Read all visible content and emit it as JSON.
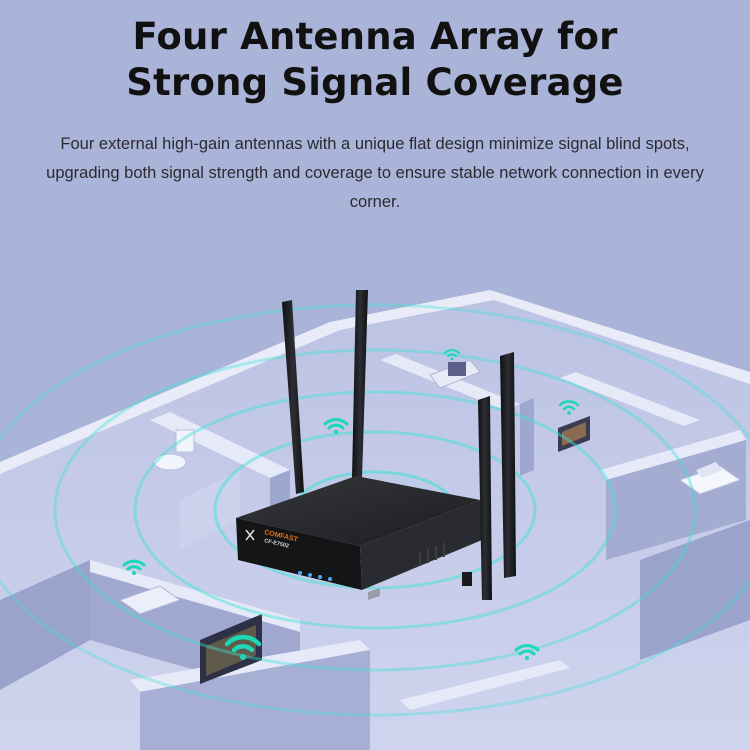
{
  "heading": {
    "line1": "Four Antenna Array for",
    "line2": "Strong Signal Coverage"
  },
  "description": "Four external high-gain antennas with a unique flat design minimize signal blind spots, upgrading both signal strength and coverage to ensure stable network connection in every corner.",
  "router": {
    "brand_line1": "COMFAST",
    "brand_line2": "CF-E7502"
  },
  "colors": {
    "background": "#aab4d8",
    "floor": "#c6cbe6",
    "wall_top": "#e8ebf7",
    "wall_side": "#9aa3cc",
    "signal_ring": "#39e0d4",
    "wifi_icon": "#18d6b8",
    "router_body": "#1e1f22",
    "brand_accent": "#e46f18"
  },
  "icons": [
    "wifi-icon",
    "wifi-icon",
    "wifi-icon",
    "wifi-icon",
    "wifi-icon",
    "wifi-icon",
    "toilet-icon",
    "bed-icon",
    "desk-icon",
    "tv-icon"
  ]
}
